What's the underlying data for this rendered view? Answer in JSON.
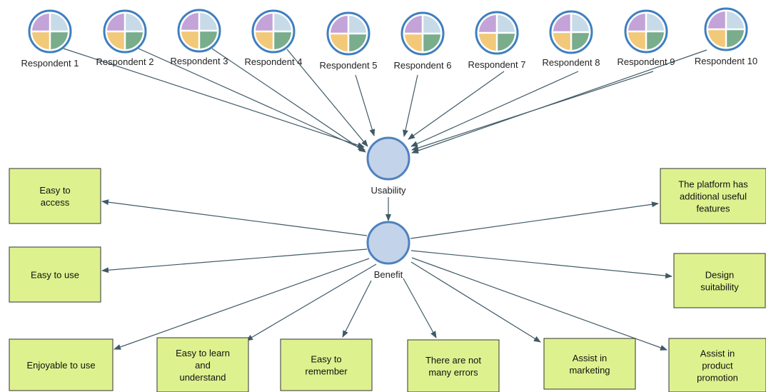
{
  "respondents": [
    "Respondent 1",
    "Respondent 2",
    "Respondent 3",
    "Respondent 4",
    "Respondent 5",
    "Respondent 6",
    "Respondent 7",
    "Respondent 8",
    "Respondent 9",
    "Respondent 10"
  ],
  "center_nodes": {
    "usability": "Usability",
    "benefit": "Benefit"
  },
  "benefit_boxes": [
    {
      "id": "easy-to-access",
      "lines": [
        "Easy to",
        "access"
      ]
    },
    {
      "id": "easy-to-use",
      "lines": [
        "Easy to use"
      ]
    },
    {
      "id": "enjoyable-to-use",
      "lines": [
        "Enjoyable to use"
      ]
    },
    {
      "id": "easy-to-learn",
      "lines": [
        "Easy to learn",
        "and",
        "understand"
      ]
    },
    {
      "id": "easy-to-remember",
      "lines": [
        "Easy to",
        "remember"
      ]
    },
    {
      "id": "not-many-errors",
      "lines": [
        "There are not",
        "many errors"
      ]
    },
    {
      "id": "assist-marketing",
      "lines": [
        "Assist in",
        "marketing"
      ]
    },
    {
      "id": "assist-promotion",
      "lines": [
        "Assist in",
        "product",
        "promotion"
      ]
    },
    {
      "id": "design-suitability",
      "lines": [
        "Design",
        "suitability"
      ]
    },
    {
      "id": "additional-features",
      "lines": [
        "The platform has",
        "additional useful",
        "features"
      ]
    }
  ],
  "colors": {
    "circle_fill": "#c3d3e9",
    "circle_stroke": "#4f81bd",
    "box_fill": "#ddf28f",
    "quadrant_purple": "#c3a3d8",
    "quadrant_blue": "#c7dae8",
    "quadrant_orange": "#f2c879",
    "quadrant_green": "#79ad8c",
    "edge": "#3f5a66"
  }
}
